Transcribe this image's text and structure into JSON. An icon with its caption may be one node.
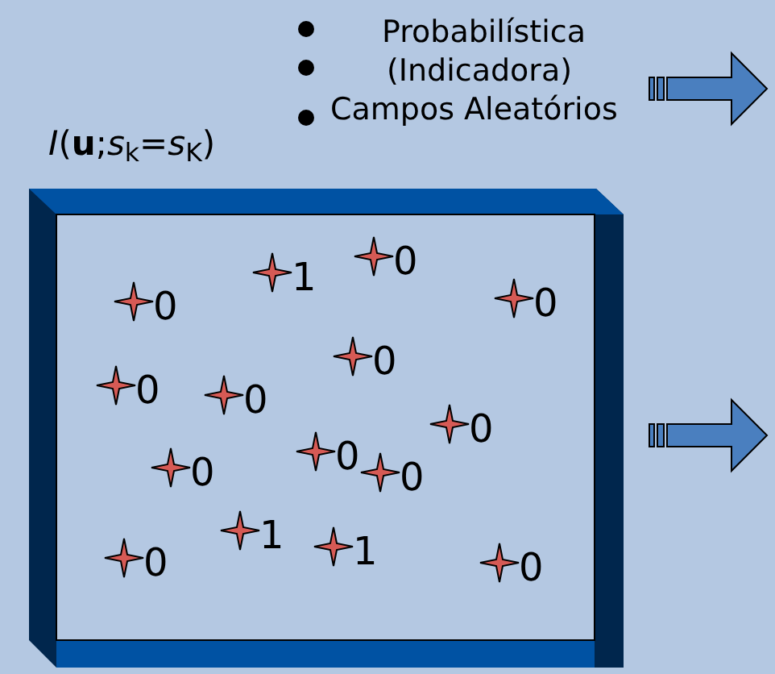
{
  "diagram": {
    "nodes": [
      {
        "text": [],
        "shape": "box"
      }
    ],
    "labels": [
      "Probabilística",
      "(Indicadora)",
      "Campos Aleatórios",
      "*I*(**u**;*s*$_{k}$=*s*$_{K}$)",
      "1",
      "0",
      "0",
      "0",
      "0",
      "0",
      "0",
      "0",
      "0",
      "0",
      "0",
      "0",
      "1",
      "1",
      "0"
    ]
  }
}
